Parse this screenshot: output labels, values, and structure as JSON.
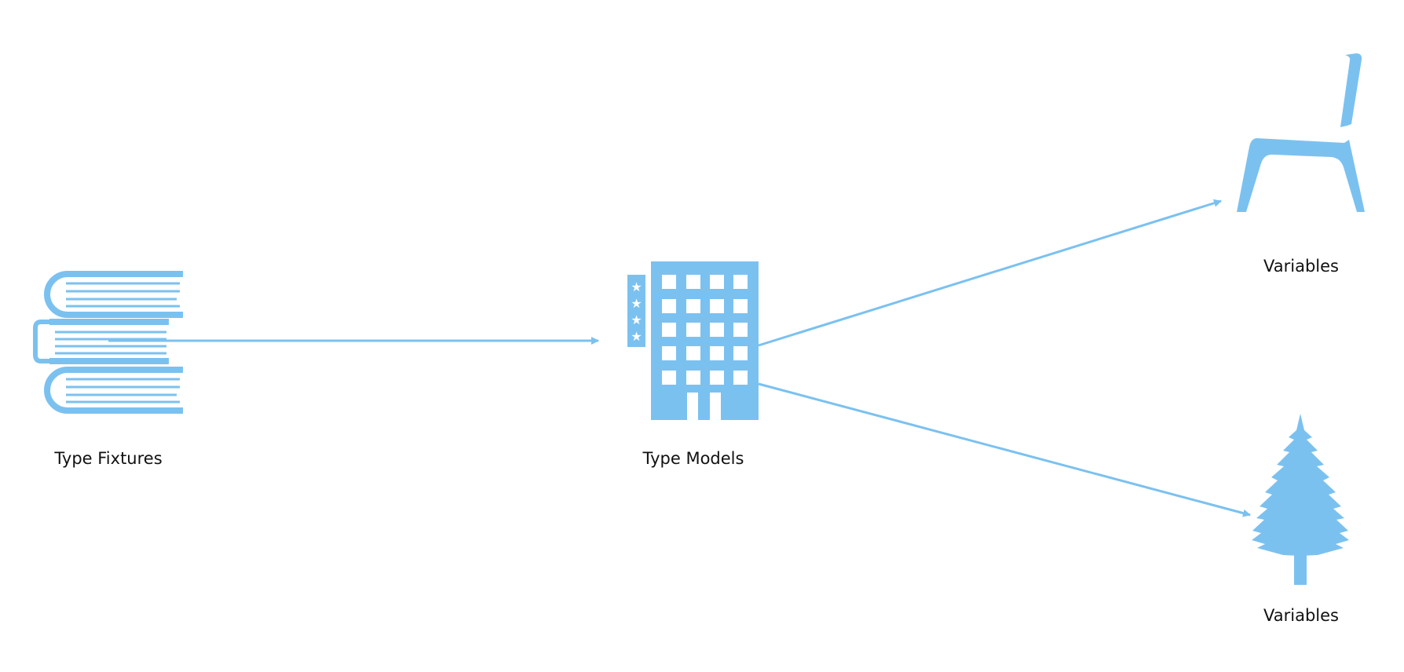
{
  "colors": {
    "accent": "#7bc1f0",
    "label_text": "#111111",
    "background": "#ffffff"
  },
  "nodes": {
    "type_fixtures": {
      "label": "Type Fixtures",
      "icon": "books-icon"
    },
    "type_models": {
      "label": "Type Models",
      "icon": "hotel-building-icon"
    },
    "variables_chair": {
      "label": "Variables",
      "icon": "chair-icon"
    },
    "variables_tree": {
      "label": "Variables",
      "icon": "pine-tree-icon"
    }
  },
  "edges": [
    {
      "from": "type_fixtures",
      "to": "type_models"
    },
    {
      "from": "type_models",
      "to": "variables_chair"
    },
    {
      "from": "type_models",
      "to": "variables_tree"
    }
  ]
}
